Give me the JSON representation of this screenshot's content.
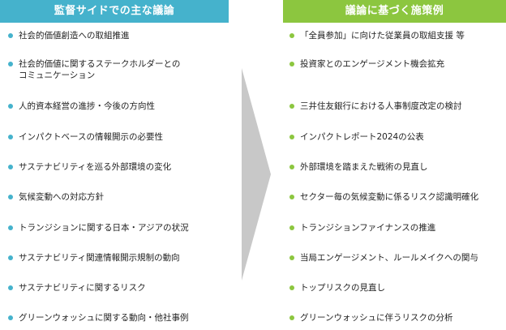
{
  "left_panel": {
    "header": "監督サイドでの主な議論",
    "accent_color": "#45b2cc",
    "items": [
      "社会的価値創造への取組推進",
      "社会的価値に関するステークホルダーとの\nコミュニケーション",
      "人的資本経営の進捗・今後の方向性",
      "インパクトベースの情報開示の必要性",
      "サステナビリティを巡る外部環境の変化",
      "気候変動への対応方針",
      "トランジションに関する日本・アジアの状況",
      "サステナビリティ関連情報開示規制の動向",
      "サステナビリティに関するリスク",
      "グリーンウォッシュに関する動向・他社事例"
    ]
  },
  "right_panel": {
    "header": "議論に基づく施策例",
    "accent_color": "#8cc63f",
    "items": [
      "「全員参加」に向けた従業員の取組支援 等",
      "投資家とのエンゲージメント機会拡充",
      "三井住友銀行における人事制度改定の検討",
      "インパクトレポート2024の公表",
      "外部環境を踏まえた戦術の見直し",
      "セクター毎の気候変動に係るリスク認識明確化",
      "トランジションファイナンスの推進",
      "当局エンゲージメント、ルールメイクへの関与",
      "トップリスクの見直し",
      "グリーンウォッシュに伴うリスクの分析"
    ]
  },
  "connector": {
    "icon": "chevron-right-arrow-icon",
    "color": "#c8c8c8"
  }
}
